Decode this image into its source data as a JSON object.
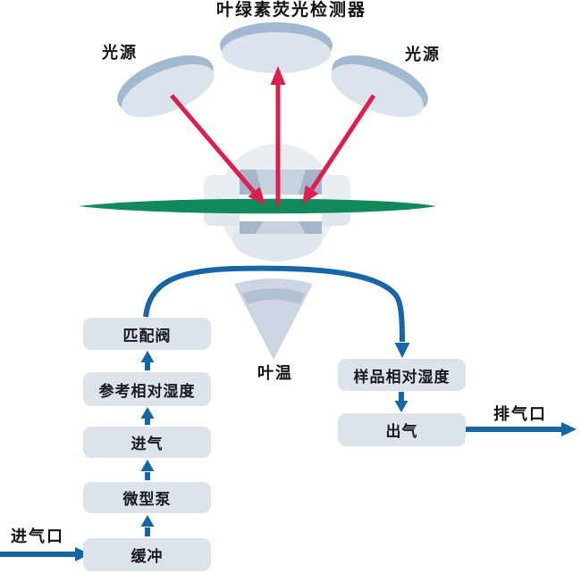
{
  "title": "叶绿素荧光检测器",
  "labels": {
    "light_source_left": "光源",
    "light_source_right": "光源",
    "leaf_temperature": "叶温",
    "air_inlet": "进气口",
    "exhaust_outlet": "排气口"
  },
  "flow_left": [
    {
      "id": "matching-valve",
      "label": "匹配阀"
    },
    {
      "id": "reference-relative-humidity",
      "label": "参考相对湿度"
    },
    {
      "id": "air-intake",
      "label": "进气"
    },
    {
      "id": "micro-pump",
      "label": "微型泵"
    },
    {
      "id": "buffer",
      "label": "缓冲"
    }
  ],
  "flow_right": [
    {
      "id": "sample-relative-humidity",
      "label": "样品相对湿度"
    },
    {
      "id": "air-out",
      "label": "出气"
    }
  ],
  "colors": {
    "flow_blue": "#1765a6",
    "beam_red": "#dc1f4e",
    "leaf_green": "#108a5b",
    "box_gray": "#dde3ea",
    "device_light": "#e9eef3",
    "device_mid": "#dfe6ed",
    "bevel_base": "#b7c4d5",
    "bevel_dark": "#a6b5ca",
    "bevel_light": "#c8d2df",
    "disc_rim": "#a3b9d2",
    "disc_face": "#dbe3ed",
    "cone_body": "#ccd5e1",
    "cone_band": "#b2c0d2",
    "text_dark": "#16191f"
  }
}
